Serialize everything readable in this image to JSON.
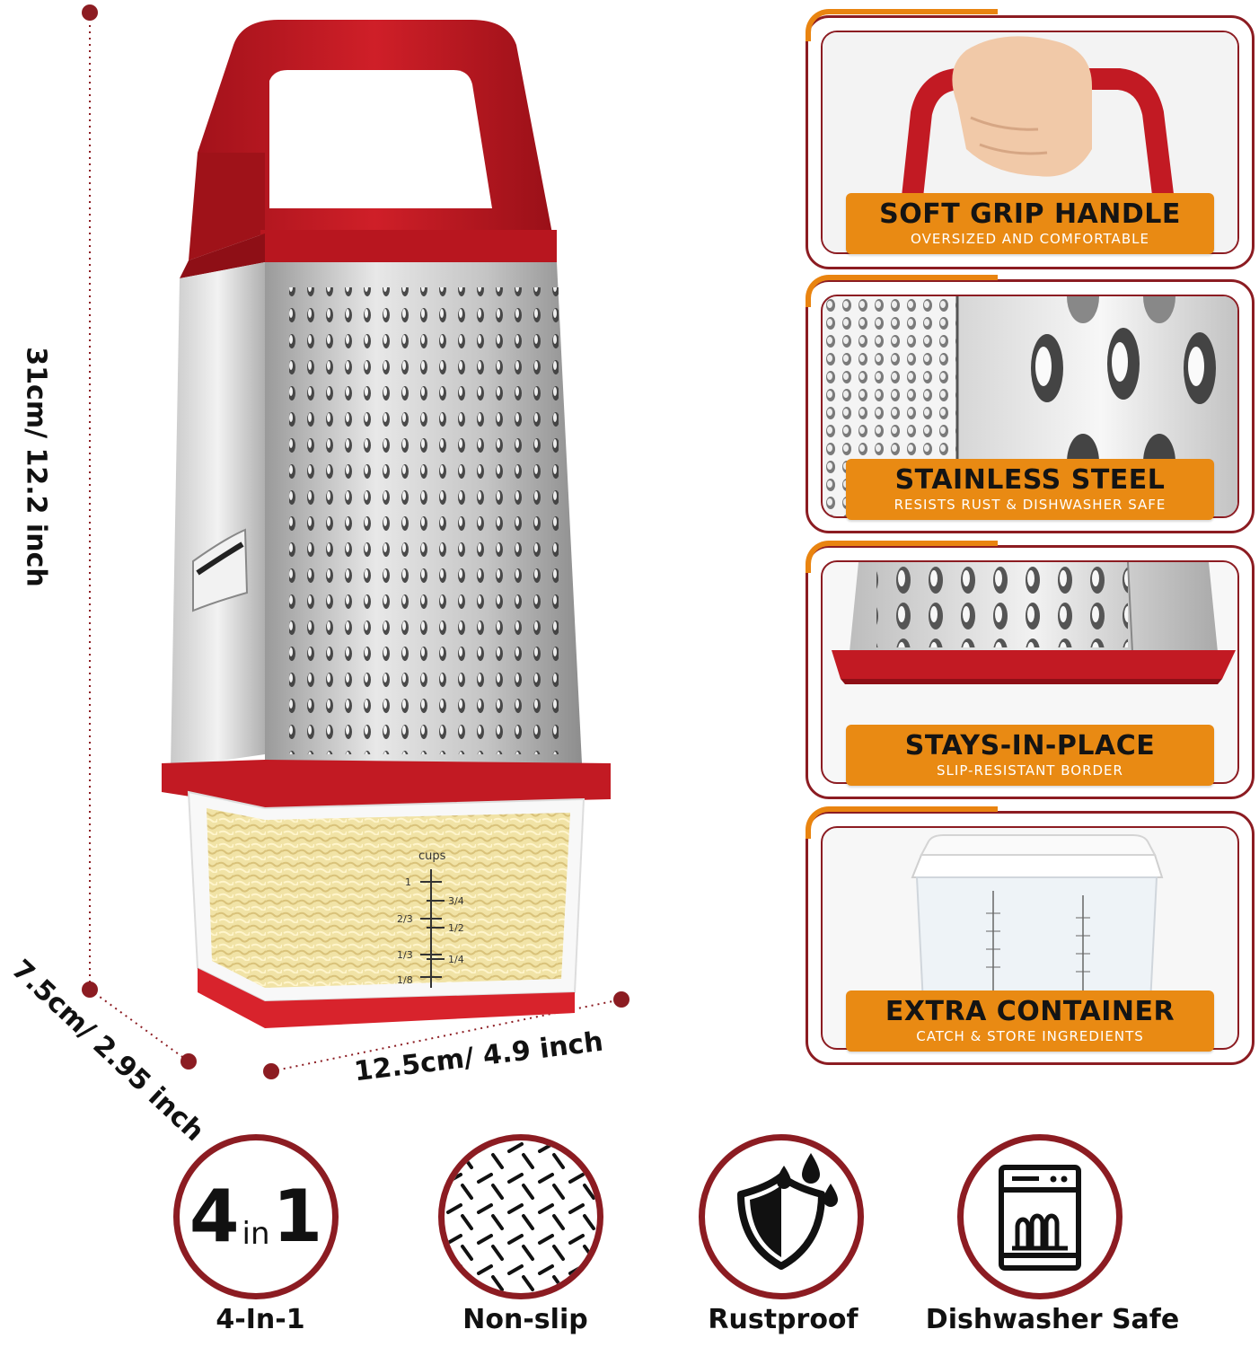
{
  "dimensions": {
    "height": "31cm/ 12.2 inch",
    "depth": "7.5cm/ 2.95 inch",
    "width": "12.5cm/ 4.9 inch"
  },
  "container_markings": {
    "unit": "cups",
    "left": [
      "1",
      "2/3",
      "1/3",
      "1/8"
    ],
    "right": [
      "3/4",
      "1/2",
      "1/4"
    ]
  },
  "features": [
    {
      "title": "SOFT GRIP HANDLE",
      "subtitle": "OVERSIZED AND COMFORTABLE"
    },
    {
      "title": "STAINLESS STEEL",
      "subtitle": "RESISTS RUST & DISHWASHER SAFE"
    },
    {
      "title": "STAYS-IN-PLACE",
      "subtitle": "SLIP-RESISTANT BORDER"
    },
    {
      "title": "EXTRA CONTAINER",
      "subtitle": "CATCH & STORE INGREDIENTS"
    }
  ],
  "badges": [
    {
      "label": "4-In-1",
      "mark_big_a": "4",
      "mark_small": "in",
      "mark_big_b": "1",
      "icon": "four-in-one-icon"
    },
    {
      "label": "Non-slip",
      "icon": "diamond-plate-icon"
    },
    {
      "label": "Rustproof",
      "icon": "shield-droplets-icon"
    },
    {
      "label": "Dishwasher Safe",
      "icon": "dishwasher-icon"
    }
  ],
  "colors": {
    "brand_red": "#b5141e",
    "dark_red": "#8c1c22",
    "accent_orange": "#e98a13",
    "steel": "#c9c9c9"
  }
}
